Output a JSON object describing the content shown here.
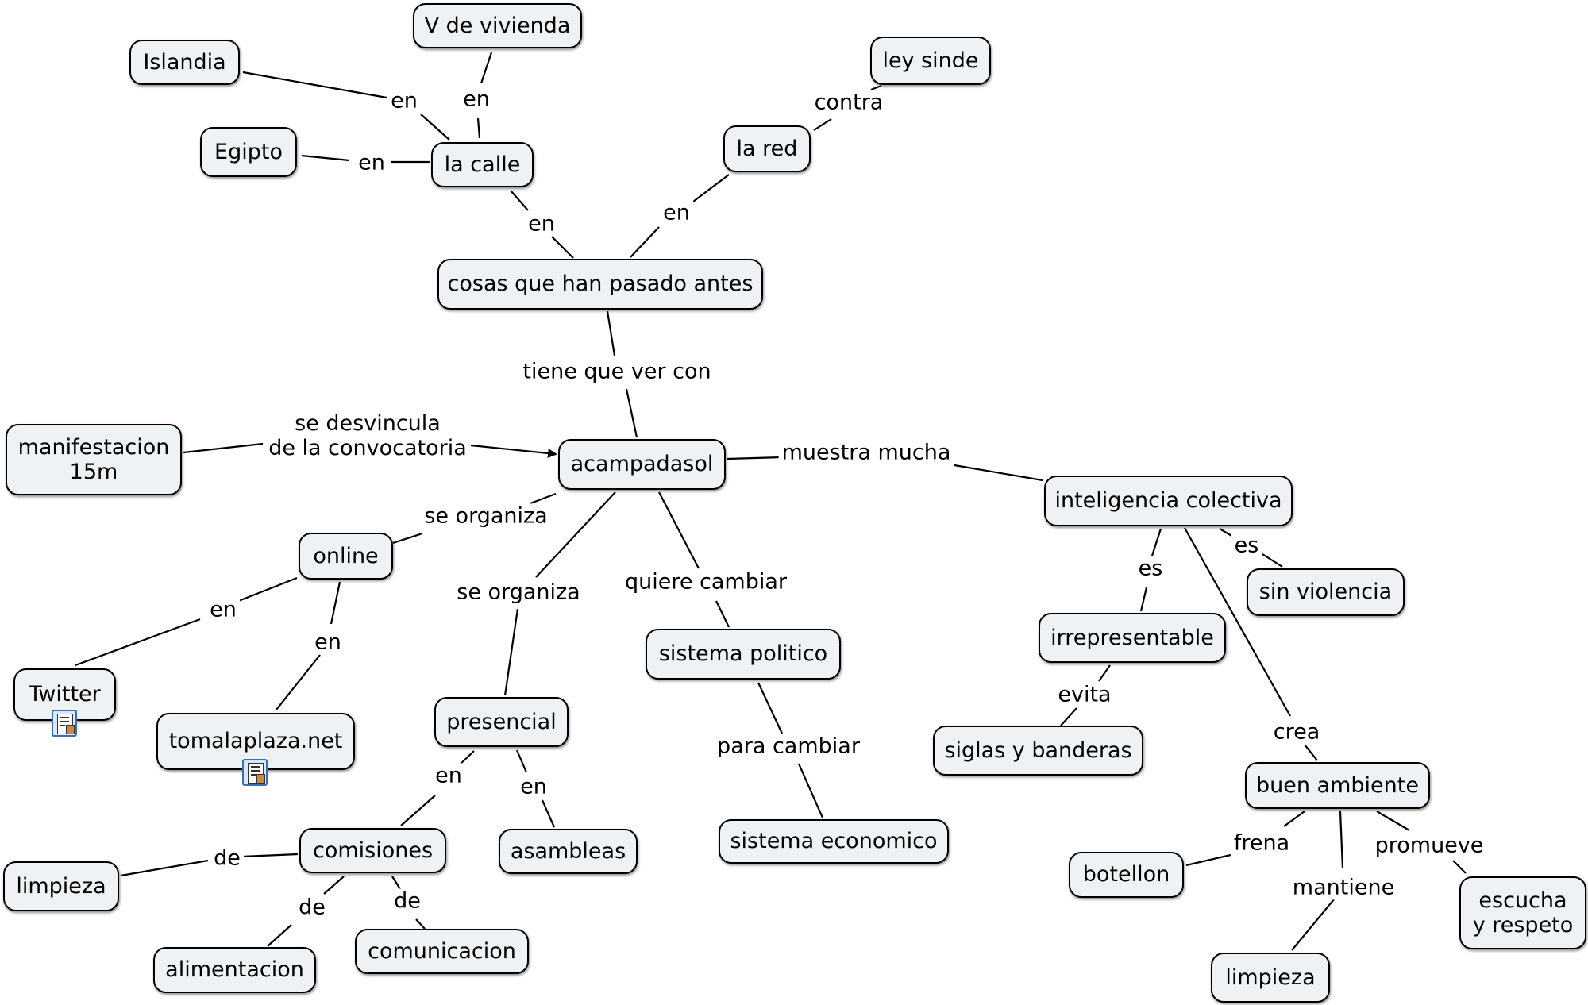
{
  "nodes": {
    "islandia": "Islandia",
    "v_de_vivienda": "V de vivienda",
    "ley_sinde": "ley sinde",
    "egipto": "Egipto",
    "la_calle": "la calle",
    "la_red": "la red",
    "cosas_que_han_pasado": "cosas que han pasado antes",
    "manifestacion_15m": "manifestacion\n15m",
    "acampadasol": "acampadasol",
    "inteligencia_colectiva": "inteligencia colectiva",
    "online": "online",
    "sin_violencia": "sin violencia",
    "twitter": "Twitter",
    "tomalaplaza": "tomalaplaza.net",
    "sistema_politico": "sistema politico",
    "irrepresentable": "irrepresentable",
    "presencial": "presencial",
    "siglas_y_banderas": "siglas y banderas",
    "buen_ambiente": "buen ambiente",
    "comisiones": "comisiones",
    "asambleas": "asambleas",
    "sistema_economico": "sistema economico",
    "limpieza_left": "limpieza",
    "botellon": "botellon",
    "escucha_y_respeto": "escucha\ny respeto",
    "alimentacion": "alimentacion",
    "comunicacion": "comunicacion",
    "limpieza_right": "limpieza"
  },
  "labels": {
    "en_islandia": "en",
    "en_vivienda": "en",
    "contra": "contra",
    "en_egipto": "en",
    "en_calle": "en",
    "en_red": "en",
    "tiene_que_ver_con": "tiene que ver con",
    "se_desvincula": "se desvincula\nde la convocatoria",
    "muestra_mucha": "muestra mucha",
    "se_organiza_online": "se organiza",
    "se_organiza_presencial": "se organiza",
    "quiere_cambiar": "quiere cambiar",
    "es_irrepresentable": "es",
    "es_sin_violencia": "es",
    "en_twitter": "en",
    "en_tomalaplaza": "en",
    "para_cambiar": "para cambiar",
    "evita": "evita",
    "crea": "crea",
    "en_comisiones": "en",
    "en_asambleas": "en",
    "de_limpieza": "de",
    "de_alimentacion": "de",
    "de_comunicacion": "de",
    "frena": "frena",
    "mantiene": "mantiene",
    "promueve": "promueve"
  },
  "icons": {
    "twitter_link": "document-link-icon",
    "tomalaplaza_link": "document-link-icon"
  },
  "colors": {
    "node_fill": "#eef2f4",
    "node_border": "#000000",
    "link_icon": "#3a6fb5"
  }
}
